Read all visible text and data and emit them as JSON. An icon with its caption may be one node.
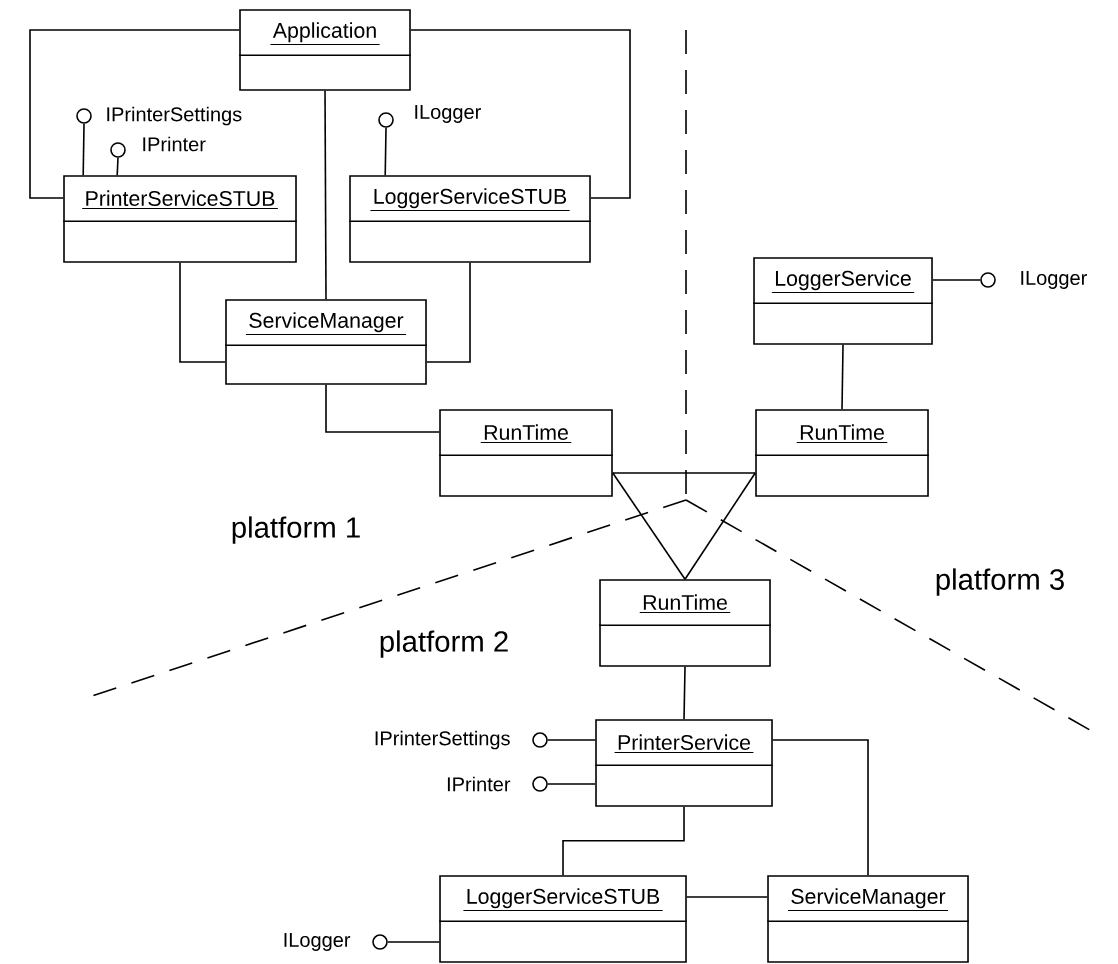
{
  "diagram": {
    "nodes": [
      {
        "text": [
          "Application"
        ]
      },
      {
        "text": [],
        "shape": "circle",
        "beside": [
          "IPrinterSettings"
        ]
      },
      {
        "text": [],
        "shape": "circle",
        "beside": [
          "ILogger"
        ]
      },
      {
        "text": [],
        "shape": "circle",
        "beside": [
          "IPrinter"
        ]
      },
      {
        "text": [
          "PrinterServiceSTUB"
        ]
      },
      {
        "text": [
          "LoggerServiceSTUB"
        ]
      },
      {
        "text": [
          "LoggerService"
        ]
      },
      {
        "text": [],
        "shape": "circle",
        "beside": [
          "ILogger"
        ]
      },
      {
        "text": [
          "ServiceManager"
        ]
      },
      {
        "text": [
          "RunTime"
        ]
      },
      {
        "text": [
          "RunTime"
        ]
      },
      {
        "text": [
          "RunTime"
        ]
      },
      {
        "text": [],
        "shape": "circle",
        "beside": [
          "IPrinterSettings"
        ]
      },
      {
        "text": [
          "PrinterService"
        ]
      },
      {
        "text": [],
        "shape": "circle",
        "beside": [
          "IPrinter"
        ]
      },
      {
        "text": [
          "LoggerServiceSTUB"
        ]
      },
      {
        "text": [
          "ServiceManager"
        ]
      },
      {
        "text": [],
        "shape": "circle",
        "beside": [
          "ILogger"
        ]
      }
    ],
    "edges": [
      {
        "from": 0,
        "to": 4,
        "arrow": "none"
      },
      {
        "from": 0,
        "to": 5,
        "arrow": "none"
      },
      {
        "from": 0,
        "to": 8,
        "arrow": "none"
      },
      {
        "from": 4,
        "to": 1,
        "arrow": "none"
      },
      {
        "from": 4,
        "to": 3,
        "arrow": "none"
      },
      {
        "from": 5,
        "to": 2,
        "arrow": "none"
      },
      {
        "from": 4,
        "to": 8,
        "arrow": "none"
      },
      {
        "from": 5,
        "to": 8,
        "arrow": "none"
      },
      {
        "from": 8,
        "to": 9,
        "arrow": "none"
      },
      {
        "from": 6,
        "to": 7,
        "arrow": "none"
      },
      {
        "from": 6,
        "to": 10,
        "arrow": "none"
      },
      {
        "from": 9,
        "to": 10,
        "arrow": "none"
      },
      {
        "from": 9,
        "to": 11,
        "arrow": "none"
      },
      {
        "from": 10,
        "to": 11,
        "arrow": "none"
      },
      {
        "from": 11,
        "to": 13,
        "arrow": "none"
      },
      {
        "from": 13,
        "to": 12,
        "arrow": "none"
      },
      {
        "from": 13,
        "to": 14,
        "arrow": "none"
      },
      {
        "from": 13,
        "to": 15,
        "arrow": "none"
      },
      {
        "from": 13,
        "to": 16,
        "arrow": "none"
      },
      {
        "from": 15,
        "to": 16,
        "arrow": "none"
      },
      {
        "from": 15,
        "to": 17,
        "arrow": "none"
      }
    ],
    "labels": [
      "platform 1",
      "platform 3",
      "platform 2"
    ]
  }
}
